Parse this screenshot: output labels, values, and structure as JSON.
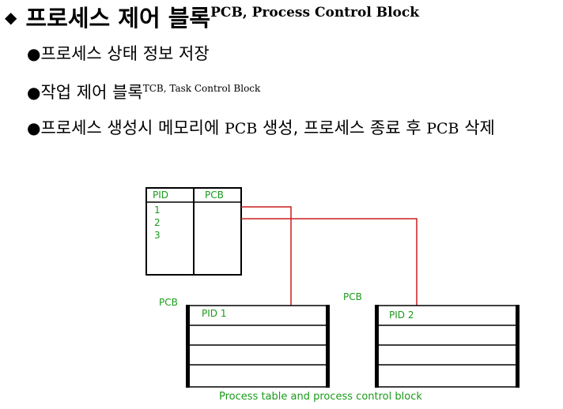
{
  "title": {
    "bullet_symbol": "◆",
    "text": "프로세스 제어 블록",
    "superscript": "PCB, Process Control Block"
  },
  "bullets": [
    {
      "text": "프로세스 상태 정보 저장"
    },
    {
      "text": "작업 제어 블록",
      "superscript": "TCB, Task Control Block"
    },
    {
      "text_parts": [
        "프로세스 생성시 메모리에 ",
        "PCB",
        " 생성, 프로세스 종료 후 ",
        "PCB",
        " 삭제"
      ]
    }
  ],
  "diagram": {
    "process_table": {
      "headers": [
        "PID",
        "PCB"
      ],
      "pids": [
        "1",
        "2",
        "3"
      ]
    },
    "pcb_blocks": [
      {
        "label": "PCB",
        "first_row": "PID 1"
      },
      {
        "label": "PCB",
        "first_row": "PID 2"
      }
    ],
    "caption": "Process table and process control block",
    "colors": {
      "label_green": "#1a9a1a",
      "link_red": "#cc1f1f",
      "box_black": "#000000"
    }
  }
}
